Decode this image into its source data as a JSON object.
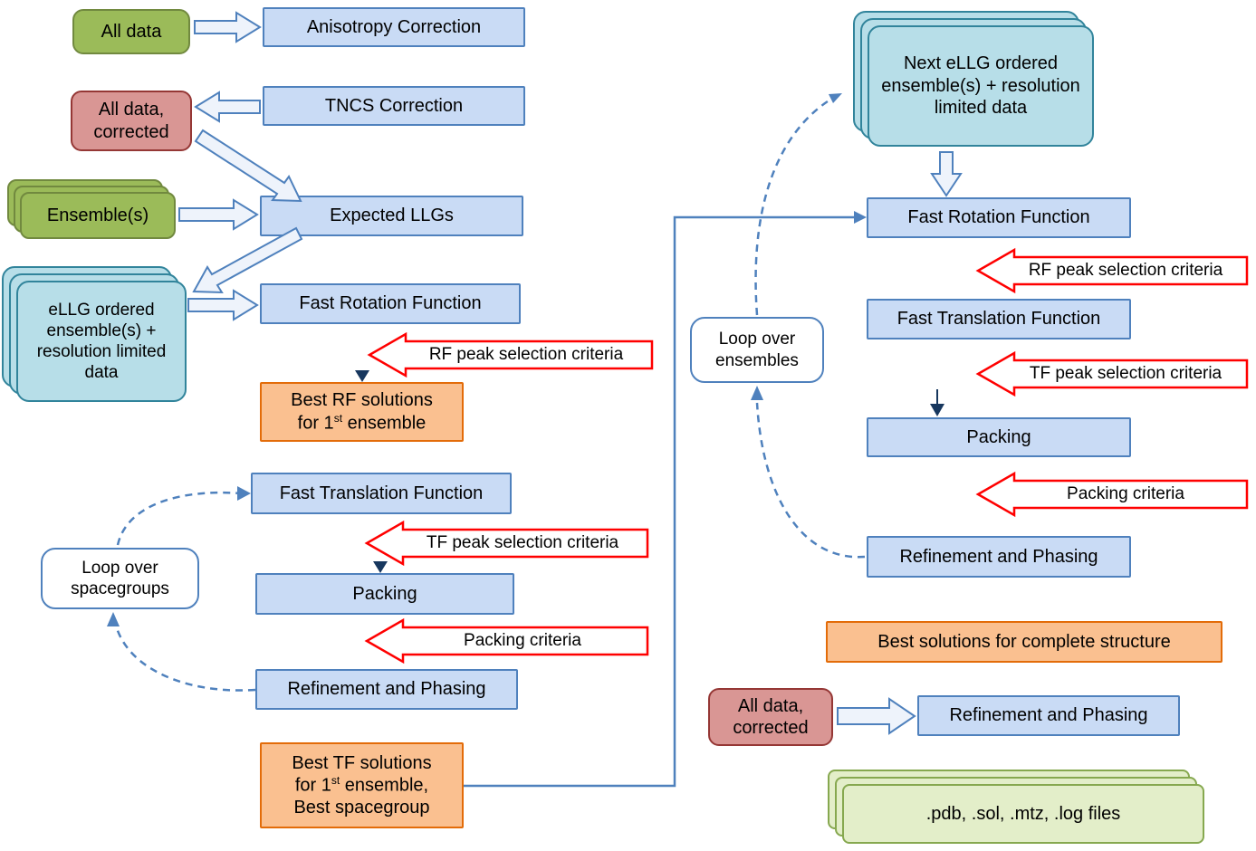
{
  "colors": {
    "box_blue_fill": "#c9dbf5",
    "box_blue_border": "#4f81bd",
    "box_green_fill": "#9bbb59",
    "box_green_border": "#71893f",
    "box_pink_fill": "#d99694",
    "box_pink_border": "#953735",
    "box_teal_fill": "#b7dee8",
    "box_teal_border": "#31849b",
    "box_orange_fill": "#fac090",
    "box_orange_border": "#e36c09",
    "box_files_fill": "#e3eec9",
    "box_files_border": "#86a84f",
    "criteria_arrow_border": "#ff0000",
    "connector_blue": "#4f81bd"
  },
  "left": {
    "all_data": "All data",
    "anisotropy_correction": "Anisotropy Correction",
    "tncs_correction": "TNCS Correction",
    "all_data_corrected": "All data, corrected",
    "ensembles": "Ensemble(s)",
    "expected_llgs": "Expected LLGs",
    "ellg_ordered_ensembles": "eLLG ordered ensemble(s) + resolution limited data",
    "fast_rotation_function": "Fast Rotation Function",
    "rf_peak_criteria": "RF peak selection criteria",
    "best_rf_line1": "Best RF solutions",
    "best_rf_line2a": "for 1",
    "best_rf_sup": "st",
    "best_rf_line2b": " ensemble",
    "fast_translation_function": "Fast Translation Function",
    "tf_peak_criteria": "TF peak selection criteria",
    "packing": "Packing",
    "packing_criteria": "Packing criteria",
    "refinement_phasing": "Refinement and Phasing",
    "loop_spacegroups": "Loop over spacegroups",
    "best_tf_line1": "Best TF solutions",
    "best_tf_line2a": "for 1",
    "best_tf_sup": "st",
    "best_tf_line2b": " ensemble,",
    "best_tf_line3": "Best spacegroup"
  },
  "right": {
    "next_ellg": "Next eLLG ordered ensemble(s) + resolution limited data",
    "fast_rotation_function": "Fast Rotation Function",
    "rf_peak_criteria": "RF peak selection criteria",
    "fast_translation_function": "Fast Translation Function",
    "tf_peak_criteria": "TF peak selection criteria",
    "packing": "Packing",
    "packing_criteria": "Packing criteria",
    "refinement_phasing": "Refinement and Phasing",
    "loop_ensembles": "Loop over ensembles",
    "best_solutions": "Best solutions for complete structure",
    "all_data_corrected": "All data, corrected",
    "refinement_phasing_final": "Refinement and Phasing",
    "output_files": ".pdb, .sol, .mtz, .log files"
  }
}
